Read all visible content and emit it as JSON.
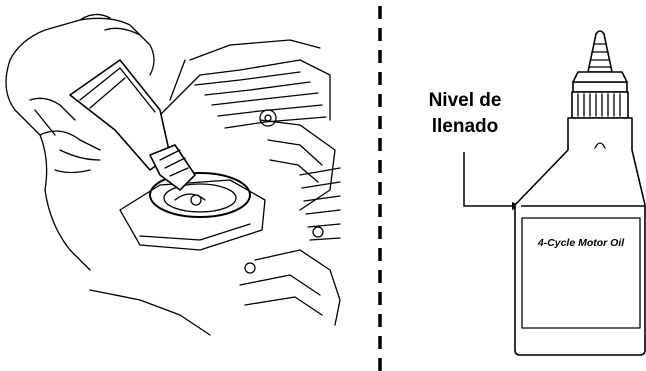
{
  "fill_level_label": {
    "line1": "Nivel de",
    "line2": "llenado"
  },
  "bottle": {
    "label_text": "4-Cycle Motor Oil"
  }
}
